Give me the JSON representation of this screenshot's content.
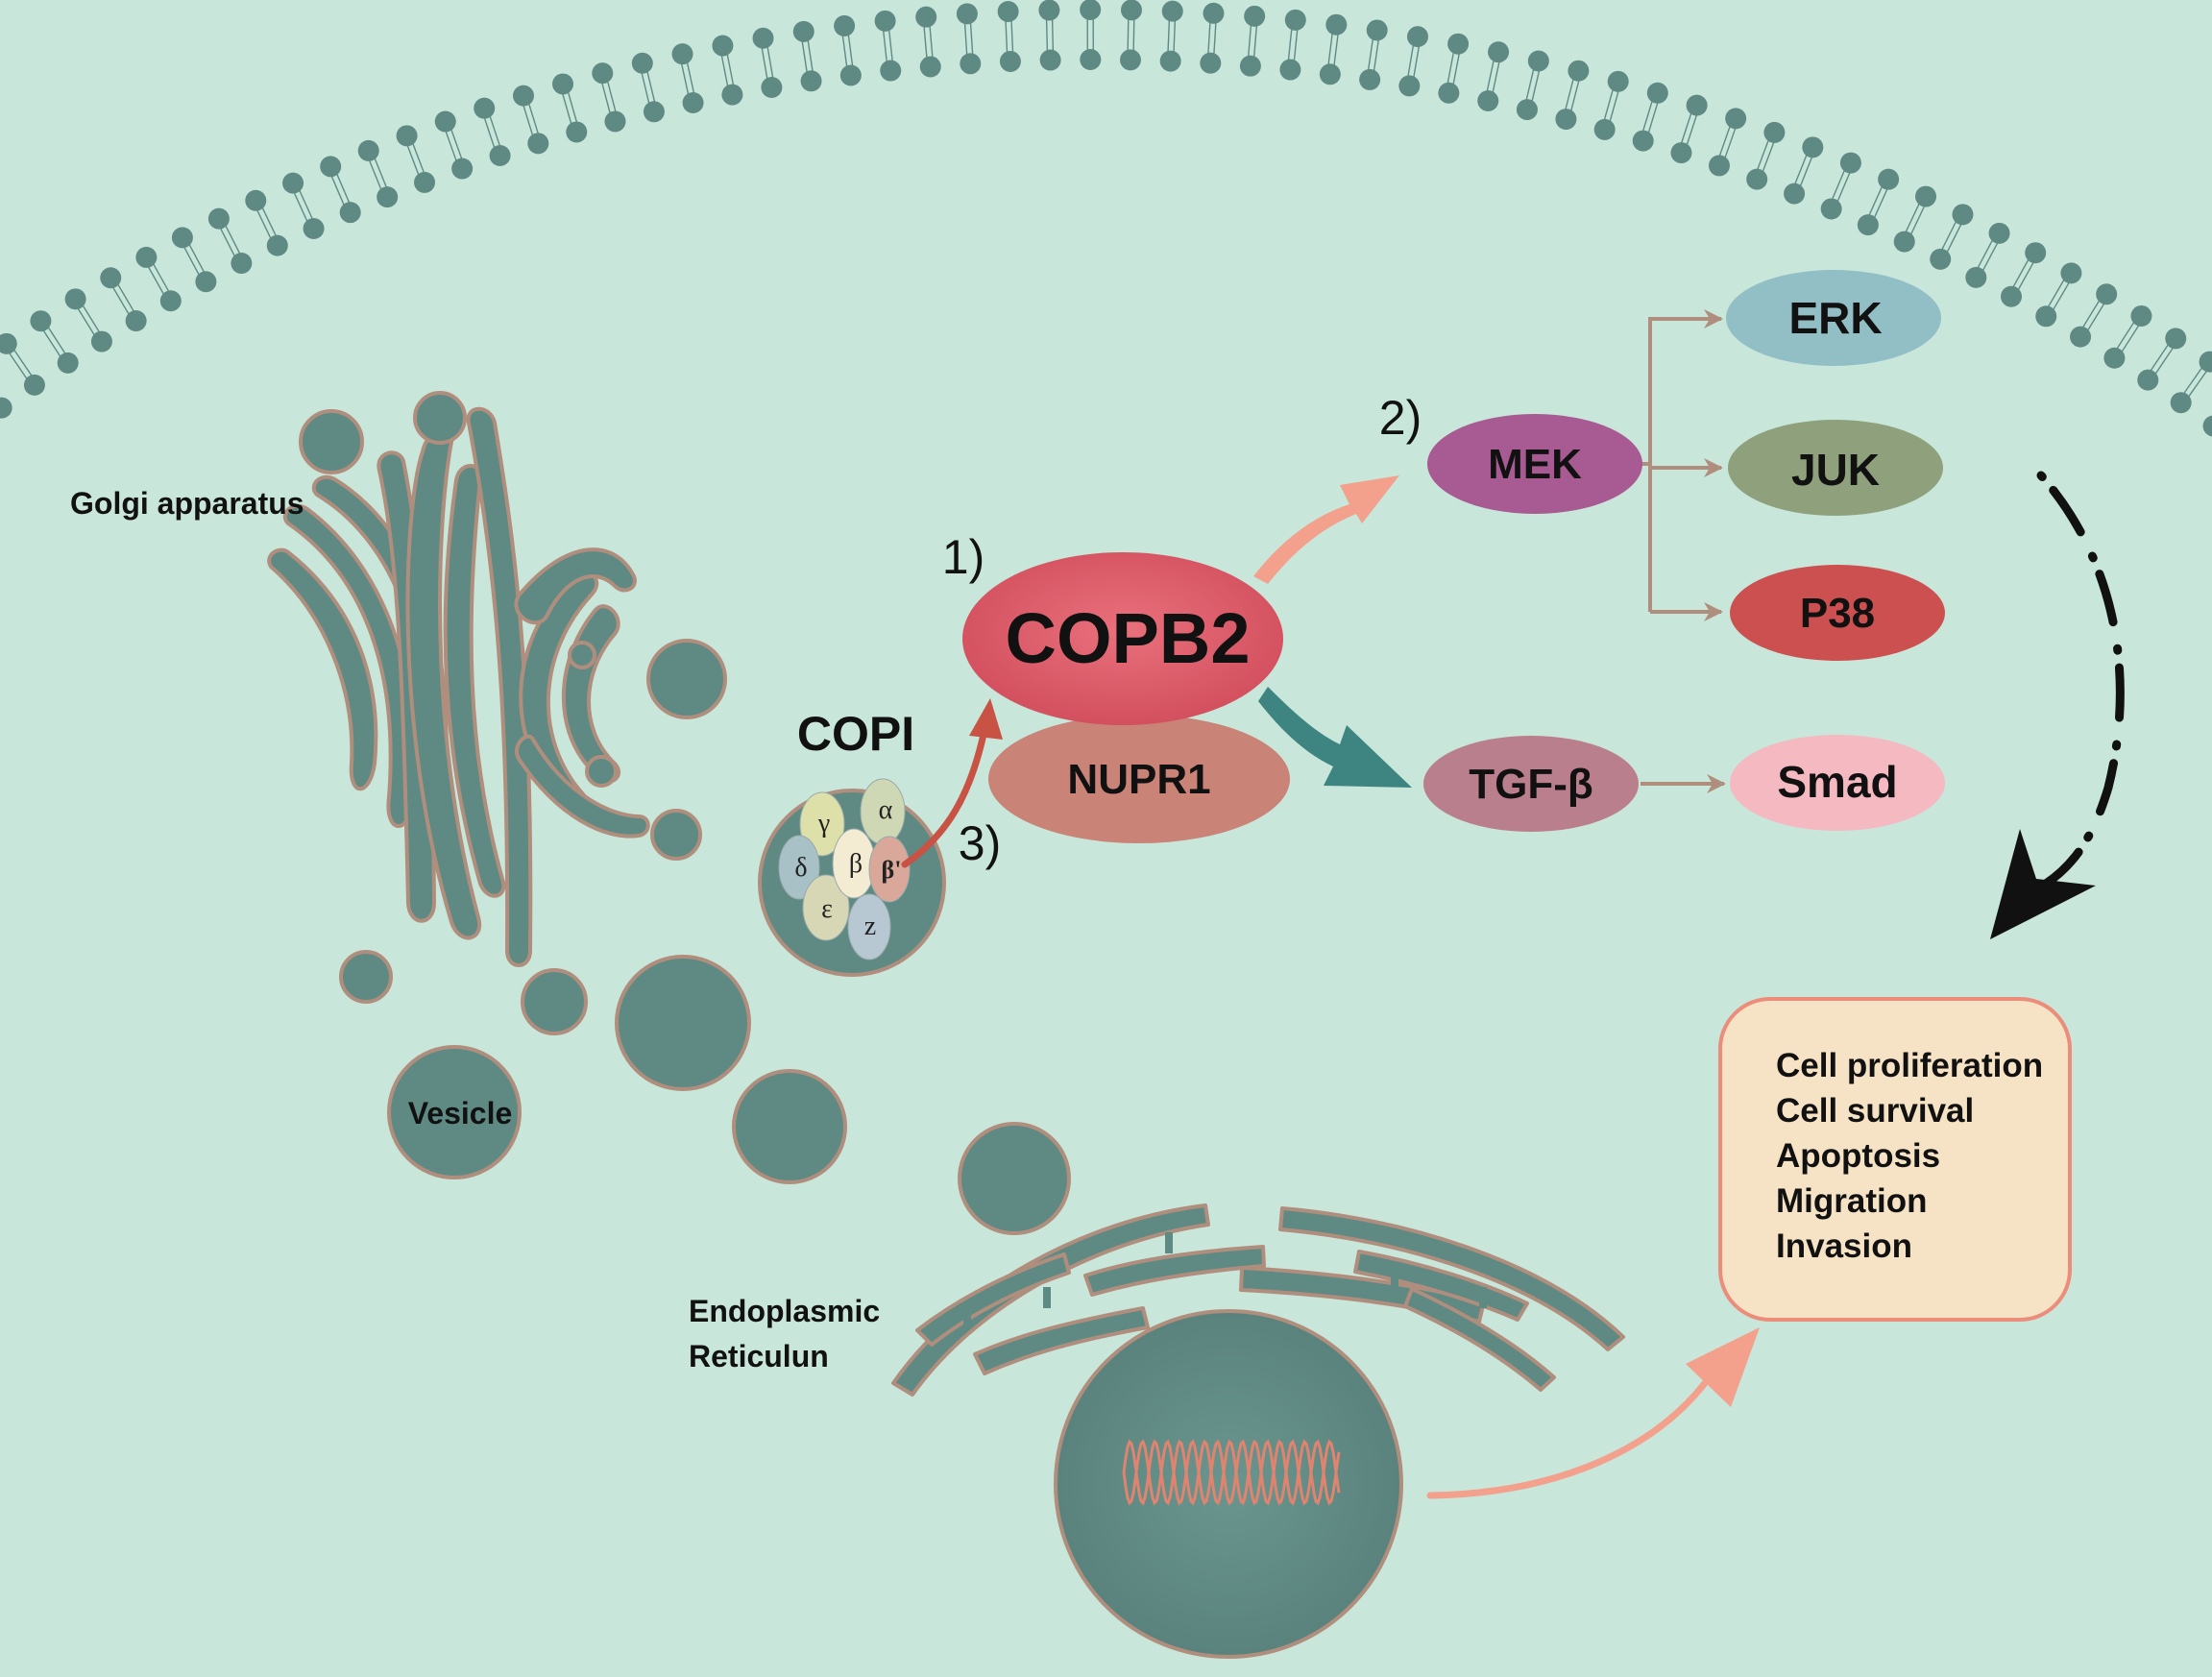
{
  "labels": {
    "golgi": "Golgi apparatus",
    "vesicle": "Vesicle",
    "er_line1": "Endoplasmic",
    "er_line2": "Reticulun",
    "copi": "COPI",
    "copb2": "COPB2",
    "nupr1": "NUPR1",
    "mek": "MEK",
    "erk": "ERK",
    "juk": "JUK",
    "p38": "P38",
    "tgfb": "TGF-β",
    "smad": "Smad",
    "step1": "1)",
    "step2": "2)",
    "step3": "3)"
  },
  "copi_subunits": {
    "alpha": "α",
    "beta": "β",
    "beta_prime": "β'",
    "gamma": "γ",
    "delta": "δ",
    "epsilon": "ε",
    "zeta": "z"
  },
  "outcomes": [
    "Cell proliferation",
    "Cell survival",
    "Apoptosis",
    "Migration",
    "Invasion"
  ],
  "colors": {
    "background": "#c9e6da",
    "organelle": "#5f8a84",
    "organelle_outline": "#b08e7d",
    "copb2": "#d95563",
    "nupr1": "#c98377",
    "mek": "#a85a92",
    "erk": "#92bfc6",
    "juk": "#8fa07c",
    "p38": "#cc5050",
    "tgfb": "#b97f8d",
    "smad": "#f4b9c1",
    "outcome_box": "#f6e2c4",
    "outcome_border": "#ec8c7a",
    "arrow_salmon": "#f3a08c",
    "arrow_teal": "#3e8582",
    "arrow_red": "#c85244",
    "connector_brown": "#b08e7d"
  }
}
